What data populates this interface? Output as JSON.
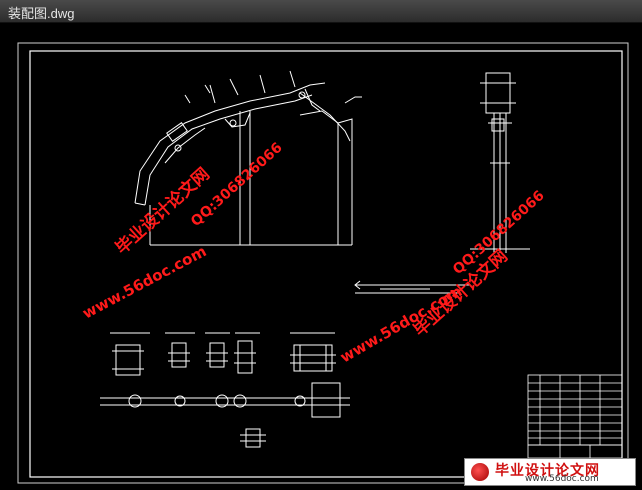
{
  "window": {
    "title": "装配图.dwg"
  },
  "watermarks": {
    "site_cn": "毕业设计论文网",
    "site_url": "www.56doc.com",
    "qq": "QQ:306826066"
  },
  "footer_logo": {
    "cn": "毕业设计论文网",
    "url": "www.56doc.com"
  },
  "colors": {
    "background": "#000000",
    "lines": "#ffffff",
    "watermark": "#ff1a1a",
    "titlebar": "#3a3a3a"
  }
}
